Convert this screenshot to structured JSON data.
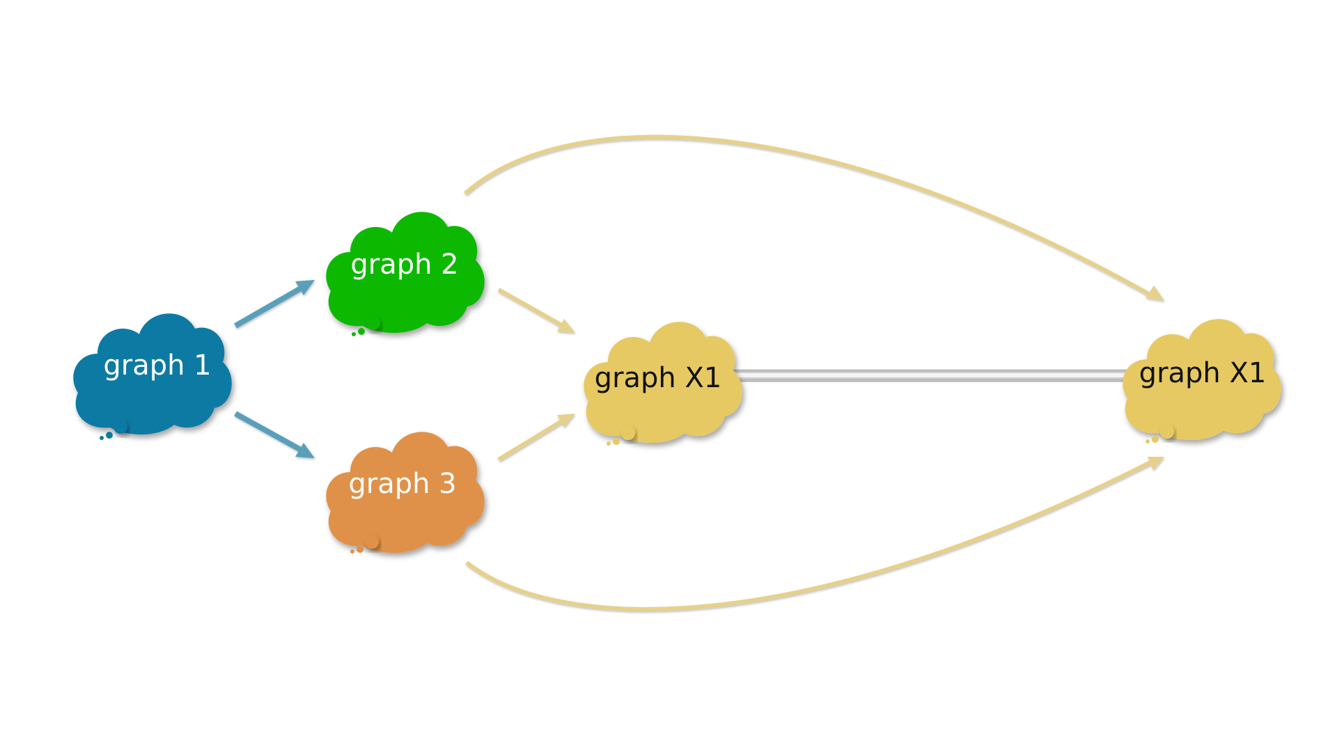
{
  "diagram": {
    "nodes": [
      {
        "id": "graph1",
        "label": "graph 1",
        "color": "#0f7aa3",
        "text_color": "#ffffff"
      },
      {
        "id": "graph2",
        "label": "graph 2",
        "color": "#11b806",
        "text_color": "#ffffff"
      },
      {
        "id": "graph3",
        "label": "graph 3",
        "color": "#e0914a",
        "text_color": "#ffffff"
      },
      {
        "id": "graphX1a",
        "label": "graph X1",
        "color": "#e6c964",
        "text_color": "#111111"
      },
      {
        "id": "graphX1b",
        "label": "graph X1",
        "color": "#e6c964",
        "text_color": "#111111"
      }
    ],
    "edges": [
      {
        "from": "graph1",
        "to": "graph2",
        "style": "arrow",
        "color": "#5a9fba"
      },
      {
        "from": "graph1",
        "to": "graph3",
        "style": "arrow",
        "color": "#5a9fba"
      },
      {
        "from": "graph2",
        "to": "graphX1a",
        "style": "arrow",
        "color": "#e6d18c"
      },
      {
        "from": "graph3",
        "to": "graphX1a",
        "style": "arrow",
        "color": "#e6d18c"
      },
      {
        "from": "graph2",
        "to": "graphX1b",
        "style": "curved-arrow",
        "color": "#e6d18c"
      },
      {
        "from": "graph3",
        "to": "graphX1b",
        "style": "curved-arrow",
        "color": "#e6d18c"
      },
      {
        "from": "graphX1a",
        "to": "graphX1b",
        "style": "double-line",
        "color": "#c8c8c8"
      }
    ]
  }
}
